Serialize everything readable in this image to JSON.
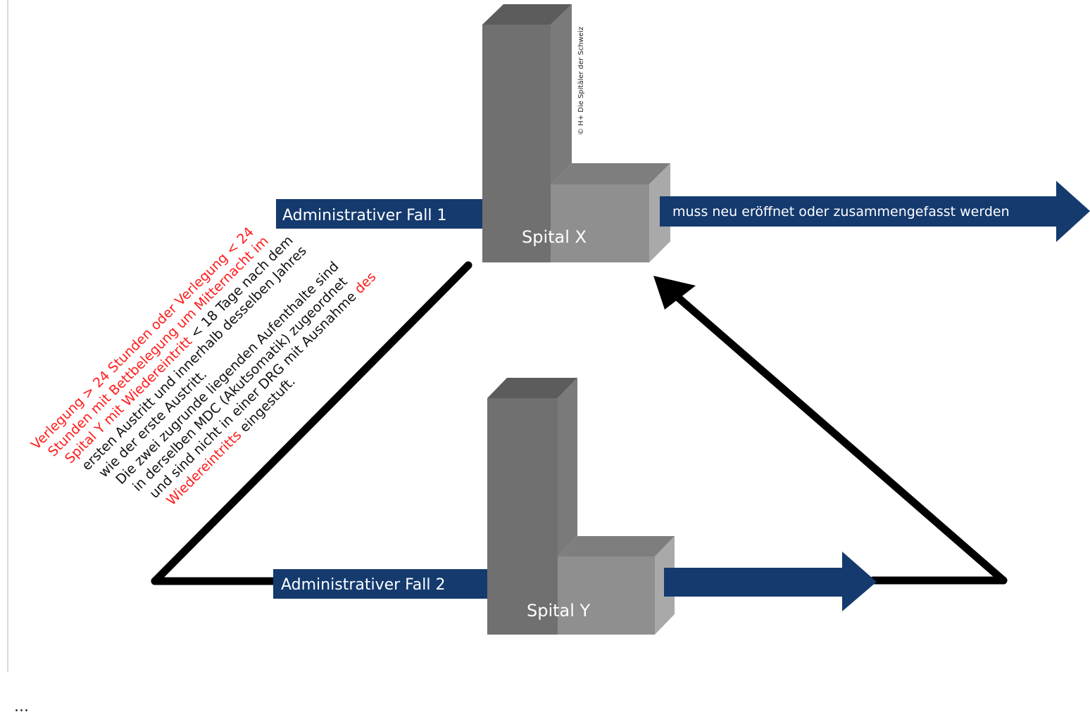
{
  "diagram": {
    "copyright": "© H+ Die Spitäler der Schweiz",
    "hospitals": {
      "x": {
        "label": "Spital X"
      },
      "y": {
        "label": "Spital Y"
      }
    },
    "cases": {
      "case1": "Administrativer  Fall 1",
      "case2": "Administrativer  Fall 2"
    },
    "outcome": "muss neu eröffnet oder zusammengefasst werden",
    "rule_text": {
      "red_line1": "Verlegung > 24 Stunden oder Verlegung < 24",
      "red_line2": "Stunden  mit  Bettbelegung um Mitternacht im",
      "red_line3": "Spital Y mit Wiedereintritt",
      "black_line3": " < 18 Tage nach dem",
      "black_line4": "ersten Austritt und innerhalb desselben Jahres",
      "black_line5": "wie der erste Austritt.",
      "black_line6": "Die zwei zugrunde liegenden Aufenthalte sind",
      "black_line7": "in derselben MDC (Akutsomatik) zugeordnet",
      "black_line8": "und sind nicht in einer DRG mit Ausnahme ",
      "red_line8": "des",
      "red_line9": "Wiedereintritts",
      "black_line9": " eingestuft."
    },
    "colors": {
      "navy": "#143a6e",
      "red": "#ff1a1a",
      "tower_dark": "#6e6e6e",
      "tower_mid": "#8e8e8e",
      "tower_light": "#a8a8a8",
      "tower_top": "#5a5a5a"
    }
  },
  "footer": {
    "ellipsis": "..."
  }
}
